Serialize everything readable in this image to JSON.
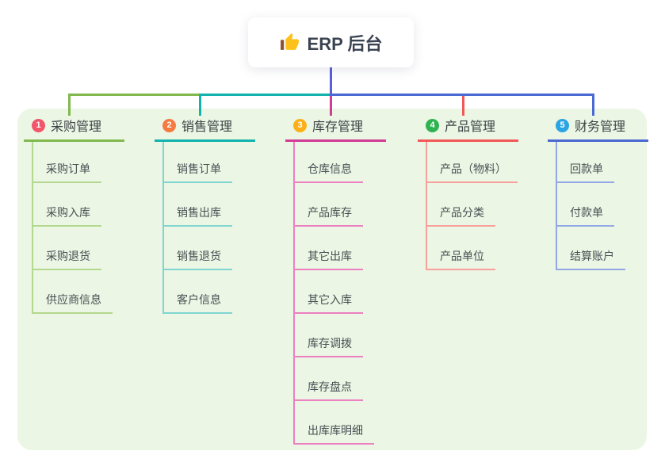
{
  "root": {
    "label": "ERP 后台",
    "icon": "thumbs-up-icon",
    "line_color": "#5a5ed8"
  },
  "canvas": {
    "background_color": "#ebf6e4"
  },
  "branches": [
    {
      "index": "1",
      "label": "采购管理",
      "badge_color": "#f2566b",
      "line_color": "#82b84e",
      "child_line_color": "#b3d88f",
      "children": [
        "采购订单",
        "采购入库",
        "采购退货",
        "供应商信息"
      ]
    },
    {
      "index": "2",
      "label": "销售管理",
      "badge_color": "#f57b42",
      "line_color": "#12b2ad",
      "child_line_color": "#7fd5d0",
      "children": [
        "销售订单",
        "销售出库",
        "销售退货",
        "客户信息"
      ]
    },
    {
      "index": "3",
      "label": "库存管理",
      "badge_color": "#fbb019",
      "line_color": "#d13d95",
      "child_line_color": "#ec80c1",
      "children": [
        "仓库信息",
        "产品库存",
        "其它出库",
        "其它入库",
        "库存调拨",
        "库存盘点",
        "出库库明细"
      ]
    },
    {
      "index": "4",
      "label": "产品管理",
      "badge_color": "#2fb350",
      "line_color": "#f25858",
      "child_line_color": "#f8a19c",
      "children": [
        "产品（物料）",
        "产品分类",
        "产品单位"
      ]
    },
    {
      "index": "5",
      "label": "财务管理",
      "badge_color": "#2aa4e4",
      "line_color": "#4a69d2",
      "child_line_color": "#91a7e6",
      "children": [
        "回款单",
        "付款单",
        "结算账户"
      ]
    }
  ]
}
